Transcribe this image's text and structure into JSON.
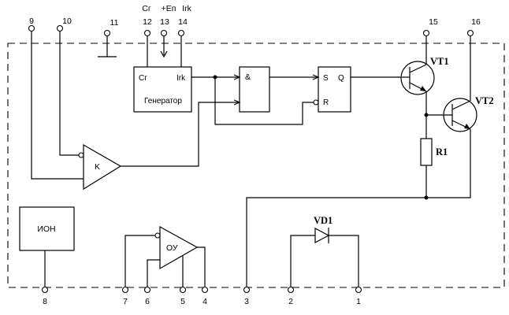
{
  "pins": {
    "p1": "1",
    "p2": "2",
    "p3": "3",
    "p4": "4",
    "p5": "5",
    "p6": "6",
    "p7": "7",
    "p8": "8",
    "p9": "9",
    "p10": "10",
    "p11": "11",
    "p12": "12",
    "p13": "13",
    "p14": "14",
    "p15": "15",
    "p16": "16"
  },
  "top_labels": {
    "cg": "Cг",
    "ep": "+Eп",
    "irk": "Irk"
  },
  "generator": {
    "cg": "Cг",
    "irk": "Irk",
    "name": "Генератор"
  },
  "and_gate": {
    "symbol": "&"
  },
  "flipflop": {
    "s": "S",
    "r": "R",
    "q": "Q"
  },
  "comparator": {
    "label": "K"
  },
  "opamp": {
    "label": "ОУ"
  },
  "ion": {
    "label": "ИОН"
  },
  "components": {
    "vt1": "VT1",
    "vt2": "VT2",
    "r1": "R1",
    "vd1": "VD1"
  }
}
